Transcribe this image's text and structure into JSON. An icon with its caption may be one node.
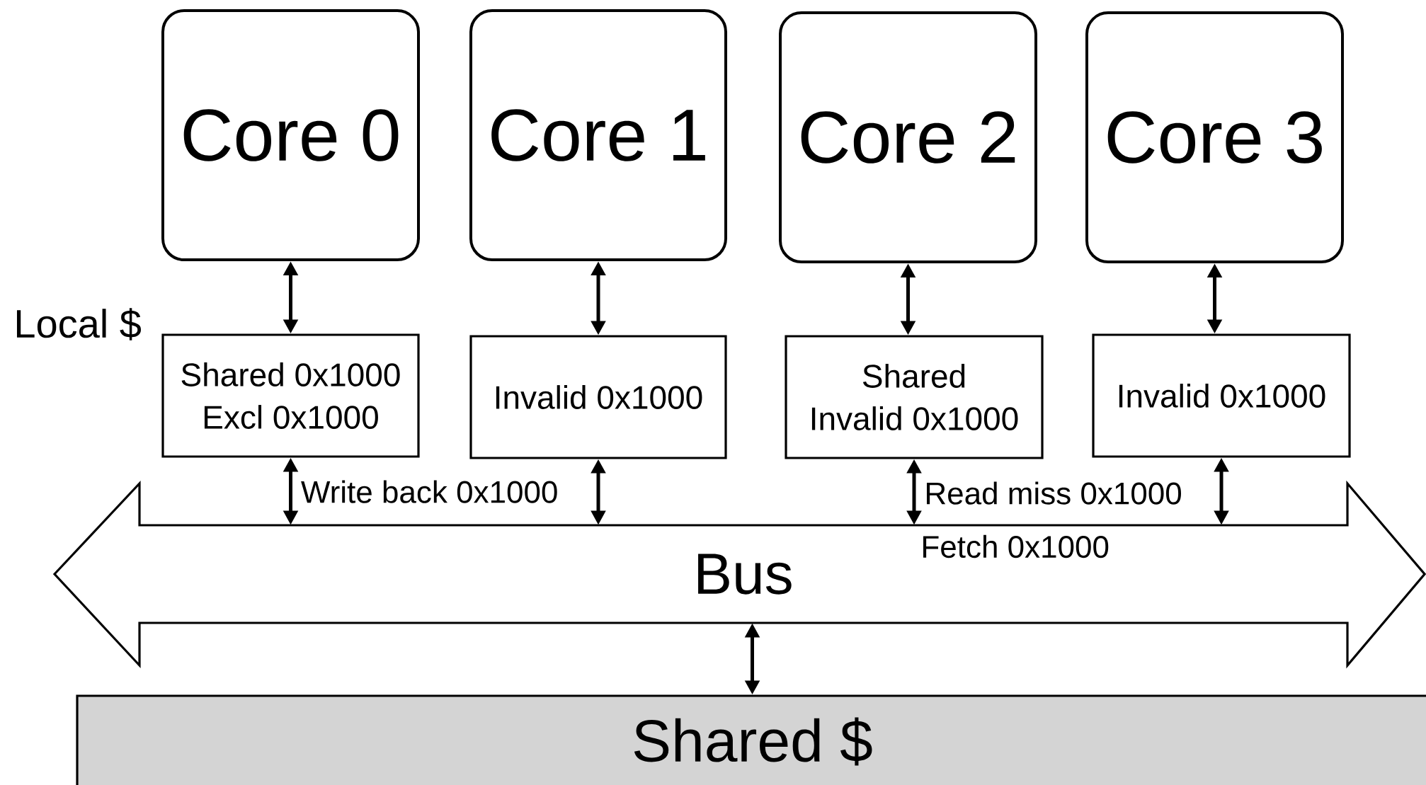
{
  "diagram": {
    "nodes": [
      {
        "text": [
          "Core 0"
        ]
      },
      {
        "text": [
          "Core 1"
        ]
      },
      {
        "text": [
          "Core 2"
        ]
      },
      {
        "text": [
          "Core 3"
        ]
      },
      {
        "text": [
          "Shared 0x1000",
          "Excl 0x1000"
        ]
      },
      {
        "text": [
          "Invalid 0x1000"
        ]
      },
      {
        "text": [
          "Shared",
          "Invalid 0x1000"
        ]
      },
      {
        "text": [
          "Invalid 0x1000"
        ]
      },
      {
        "text": [
          "Bus"
        ]
      },
      {
        "text": [
          "Shared $"
        ]
      }
    ],
    "edges": [
      {
        "from": 0,
        "to": 4,
        "arrow": "both"
      },
      {
        "from": 1,
        "to": 5,
        "arrow": "both"
      },
      {
        "from": 2,
        "to": 6,
        "arrow": "both"
      },
      {
        "from": 3,
        "to": 7,
        "arrow": "both"
      },
      {
        "from": 4,
        "to": 8,
        "arrow": "both",
        "label": "Write back 0x1000"
      },
      {
        "from": 5,
        "to": 8,
        "arrow": "both"
      },
      {
        "from": 6,
        "to": 8,
        "arrow": "both",
        "label": "Read miss 0x1000"
      },
      {
        "from": 7,
        "to": 8,
        "arrow": "both"
      },
      {
        "from": 8,
        "to": 9,
        "arrow": "both"
      }
    ],
    "labels": [
      "Local $",
      "Fetch 0x1000"
    ]
  }
}
